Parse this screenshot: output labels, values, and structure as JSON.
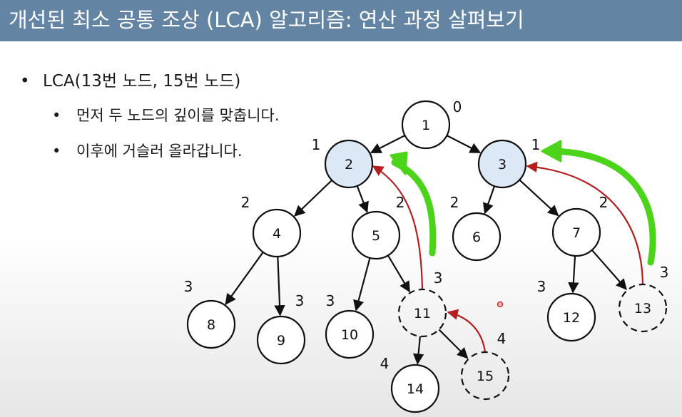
{
  "title": "개선된 최소 공통 조상 (LCA) 알고리즘: 연산 과정 살펴보기",
  "bullets": {
    "main": "LCA(13번 노드, 15번 노드)",
    "sub1": "먼저 두 노드의 깊이를 맞춥니다.",
    "sub2": "이후에 거슬러 올라갑니다."
  },
  "bullet_glyph": "•",
  "colors": {
    "title_bar": "#6484a4",
    "highlight_node": "#dce8f5",
    "red_arrow": "#b41e1e",
    "green_arrow": "#4cd41a"
  },
  "tree": {
    "nodes": [
      {
        "id": "1",
        "label": "1",
        "style": "solid"
      },
      {
        "id": "2",
        "label": "2",
        "style": "highlight"
      },
      {
        "id": "3",
        "label": "3",
        "style": "highlight"
      },
      {
        "id": "4",
        "label": "4",
        "style": "solid"
      },
      {
        "id": "5",
        "label": "5",
        "style": "solid"
      },
      {
        "id": "6",
        "label": "6",
        "style": "solid"
      },
      {
        "id": "7",
        "label": "7",
        "style": "solid"
      },
      {
        "id": "8",
        "label": "8",
        "style": "solid"
      },
      {
        "id": "9",
        "label": "9",
        "style": "solid"
      },
      {
        "id": "10",
        "label": "10",
        "style": "solid"
      },
      {
        "id": "11",
        "label": "11",
        "style": "dashed"
      },
      {
        "id": "12",
        "label": "12",
        "style": "solid"
      },
      {
        "id": "13",
        "label": "13",
        "style": "dashed"
      },
      {
        "id": "14",
        "label": "14",
        "style": "solid"
      },
      {
        "id": "15",
        "label": "15",
        "style": "dashed"
      }
    ],
    "edges": [
      [
        "1",
        "2"
      ],
      [
        "1",
        "3"
      ],
      [
        "2",
        "4"
      ],
      [
        "2",
        "5"
      ],
      [
        "3",
        "6"
      ],
      [
        "3",
        "7"
      ],
      [
        "4",
        "8"
      ],
      [
        "4",
        "9"
      ],
      [
        "5",
        "10"
      ],
      [
        "5",
        "11"
      ],
      [
        "7",
        "12"
      ],
      [
        "7",
        "13"
      ],
      [
        "11",
        "14"
      ],
      [
        "11",
        "15"
      ]
    ],
    "depth_labels": [
      "0",
      "1",
      "1",
      "2",
      "2",
      "2",
      "2",
      "3",
      "3",
      "3",
      "3",
      "3",
      "3",
      "4",
      "4"
    ],
    "red_jumps": [
      [
        "15",
        "11"
      ],
      [
        "11",
        "2"
      ],
      [
        "13",
        "3"
      ]
    ],
    "green_jumps": [
      [
        "11",
        "2"
      ],
      [
        "13",
        "3"
      ]
    ]
  }
}
